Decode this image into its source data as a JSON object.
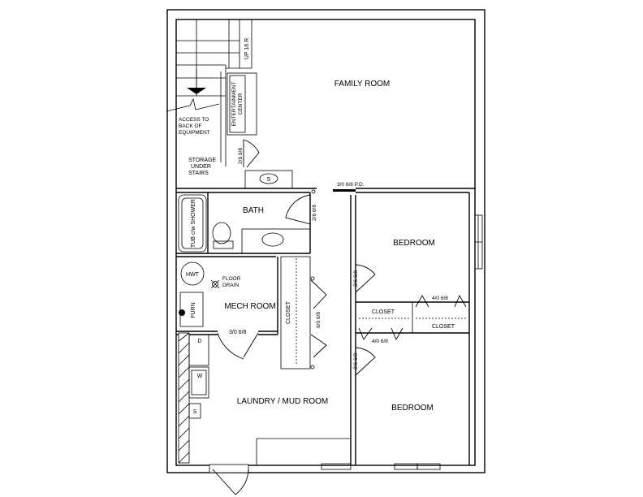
{
  "rooms": {
    "family_room": "FAMILY ROOM",
    "bath": "BATH",
    "bedroom_upper": "BEDROOM",
    "bedroom_lower": "BEDROOM",
    "mech_room": "MECH ROOM",
    "laundry": "LAUNDRY / MUD ROOM",
    "storage_line1": "STORAGE",
    "storage_line2": "UNDER",
    "storage_line3": "STAIRS",
    "closet_hall": "CLOSET",
    "closet_upper": "CLOSET",
    "closet_lower": "CLOSET"
  },
  "fixtures": {
    "stairs_up": "UP 16 R",
    "entertainment_line1": "ENTERTAINMENT",
    "entertainment_line2": "CENTER",
    "access_line1": "ACCESS TO",
    "access_line2": "BACK OF",
    "access_line3": "EQUIPMENT",
    "sink": "S",
    "tub": "TUB c/w SHOWER",
    "hwt": "HWT",
    "floor_drain_line1": "FLOOR",
    "floor_drain_line2": "DRAIN",
    "furn": "FURN",
    "dryer": "D",
    "washer": "W",
    "laundry_sink": "S"
  },
  "doors": {
    "storage_door": "2/6 6/8",
    "patio_door": "3/0 6/8 P.D.",
    "bath_door": "2/6 6/8",
    "bedroom_upper_door": "2/6 6/8",
    "bedroom_lower_door": "2/6 6/8",
    "mech_door": "3/0 6/8",
    "hall_closet_door": "6/0 6/8",
    "bedroom_upper_closet_door": "4/0 6/8",
    "bedroom_lower_closet_door": "4/0 6/8"
  }
}
